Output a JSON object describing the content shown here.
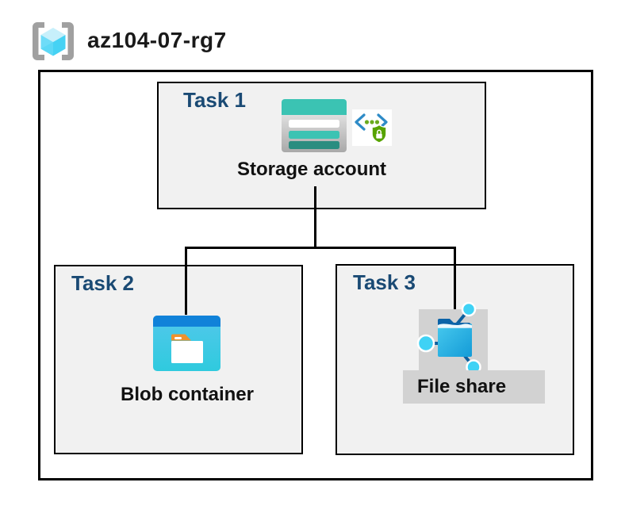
{
  "header": {
    "resource_group": "az104-07-rg7"
  },
  "diagram": {
    "tasks": [
      {
        "label": "Task 1",
        "resource": "Storage account"
      },
      {
        "label": "Task 2",
        "resource": "Blob container"
      },
      {
        "label": "Task 3",
        "resource": "File share"
      }
    ]
  },
  "icons": {
    "resource_group": "azure-resource-group-icon",
    "storage_account": "storage-account-icon",
    "secure_endpoint": "code-shield-lock-icon",
    "blob_container": "blob-container-icon",
    "file_share": "file-share-icon"
  },
  "colors": {
    "task_label_navy": "#1a4a74",
    "task_box_fill": "#f1f1f1",
    "border_black": "#000000",
    "selection_gray": "#d2d2d2",
    "storage_teal": "#3bc3b3",
    "storage_teal_dark": "#2a8d80",
    "blob_header_blue": "#1182d9",
    "blob_body_cyan": "#3ac7e4",
    "folder_tab_orange": "#f0922c",
    "file_flap_navy": "#0b63a8",
    "node_cyan": "#3fd2f5",
    "shield_green": "#57a300",
    "bracket_blue": "#2e8bc7",
    "rg_bracket_gray": "#a0a0a0",
    "cube_cyan": "#45d2f4"
  }
}
